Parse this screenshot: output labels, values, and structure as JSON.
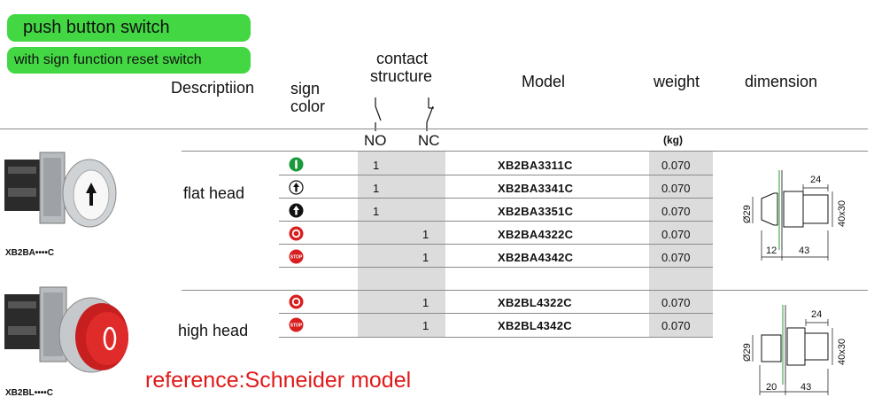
{
  "banner": {
    "title": "push button switch",
    "subtitle": "with sign function reset switch"
  },
  "headers": {
    "description": "Descriptiion",
    "sign_color": [
      "sign",
      "color"
    ],
    "contact_structure": [
      "contact",
      "structure"
    ],
    "no": "NO",
    "nc": "NC",
    "model": "Model",
    "weight": "weight",
    "weight_unit": "(kg)",
    "dimension": "dimension"
  },
  "groups": [
    {
      "name": "flat head",
      "product_code": "XB2BA••••C"
    },
    {
      "name": "high head",
      "product_code": "XB2BL••••C"
    }
  ],
  "rows": [
    {
      "icon": "green-i-icon",
      "no": "1",
      "nc": "",
      "model": "XB2BA3311C",
      "weight": "0.070"
    },
    {
      "icon": "white-arrow-icon",
      "no": "1",
      "nc": "",
      "model": "XB2BA3341C",
      "weight": "0.070"
    },
    {
      "icon": "black-arrow-icon",
      "no": "1",
      "nc": "",
      "model": "XB2BA3351C",
      "weight": "0.070"
    },
    {
      "icon": "red-o-icon",
      "no": "",
      "nc": "1",
      "model": "XB2BA4322C",
      "weight": "0.070"
    },
    {
      "icon": "red-stop-icon",
      "no": "",
      "nc": "1",
      "model": "XB2BA4342C",
      "weight": "0.070"
    },
    {
      "icon": "red-o-icon",
      "no": "",
      "nc": "1",
      "model": "XB2BL4322C",
      "weight": "0.070"
    },
    {
      "icon": "red-stop-icon",
      "no": "",
      "nc": "1",
      "model": "XB2BL4342C",
      "weight": "0.070"
    }
  ],
  "icon_texts": {
    "stop": "STOP"
  },
  "dimensions": {
    "flat": {
      "width": "24",
      "height": "40x30",
      "dia": "Ø29",
      "a": "12",
      "b": "43"
    },
    "high": {
      "width": "24",
      "height": "40x30",
      "dia": "Ø29",
      "a": "20",
      "b": "43"
    }
  },
  "reference": "reference:Schneider model",
  "colors": {
    "banner": "#43d843",
    "shade": "#dcdcdc",
    "reference": "#e01919",
    "icon_green": "#1a9a3a",
    "icon_red": "#d81e1e"
  }
}
